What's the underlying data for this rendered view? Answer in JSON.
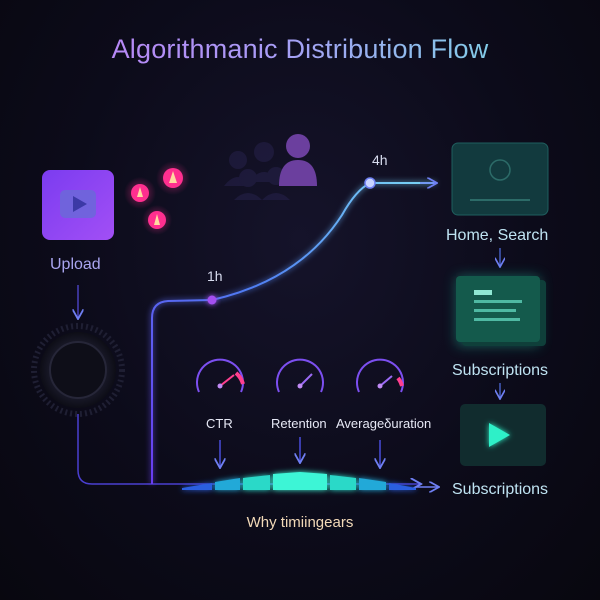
{
  "title": "Algorithmanic Distribution Flow",
  "labels": {
    "upload": "Upload",
    "time_1h": "1h",
    "time_4h": "4h",
    "home_search": "Home, Search",
    "subscriptions_1": "Subscriptions",
    "subscriptions_2": "Subscriptions",
    "why": "Why timiingears"
  },
  "metrics": [
    {
      "label": "CTR",
      "gauge_level": 0.85
    },
    {
      "label": "Retention",
      "gauge_level": 0.6
    },
    {
      "label": "Averageδuration",
      "gauge_level": 0.8
    }
  ],
  "colors": {
    "accent_purple": "#8a4dff",
    "accent_teal": "#2ff0c8",
    "accent_pink": "#ff2f8f",
    "line_blue": "#5a52e8"
  },
  "icons": [
    "play-icon",
    "alert-icon",
    "user-icon",
    "gauge-icon",
    "document-icon"
  ]
}
